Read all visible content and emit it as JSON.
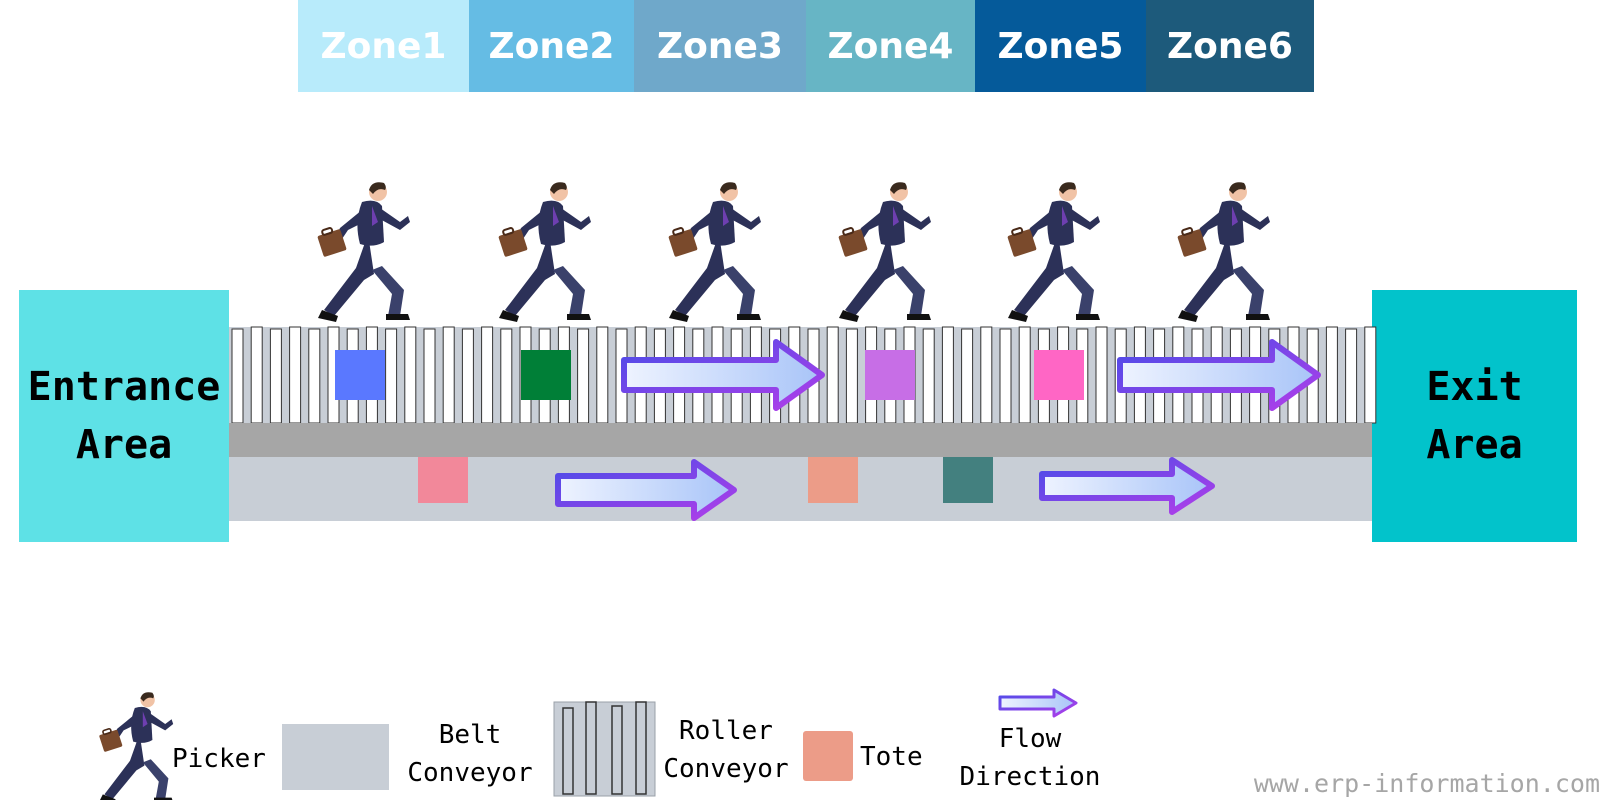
{
  "zones": [
    {
      "label": "Zone1",
      "color": "#b8ebfb"
    },
    {
      "label": "Zone2",
      "color": "#65bce4"
    },
    {
      "label": "Zone3",
      "color": "#6fa8ca"
    },
    {
      "label": "Zone4",
      "color": "#67b5c5"
    },
    {
      "label": "Zone5",
      "color": "#055a9a"
    },
    {
      "label": "Zone6",
      "color": "#1d5a7b"
    }
  ],
  "entrance": {
    "label": "Entrance\n Area",
    "color": "#5ee1e6"
  },
  "exit": {
    "label": "Exit\nArea",
    "color": "#02c3cb"
  },
  "pickers": {
    "count": 6,
    "icon": "running-businessman-icon"
  },
  "totes": {
    "roller": [
      "#5a78ff",
      "#007f37",
      "#c76ee6",
      "#ff66c5"
    ],
    "belt": [
      "#f2889a",
      "#ec9c88",
      "#43807f"
    ]
  },
  "colors": {
    "belt": "#c8ced6",
    "divider": "#a6a6a6",
    "arrow_outline_start": "#4b4ce8",
    "arrow_outline_end": "#b03ee9",
    "arrow_fill": "#a8c4f8"
  },
  "legend": {
    "picker": "Picker",
    "belt": "Belt\nConveyor",
    "roller": "Roller\nConveyor",
    "tote": "Tote",
    "tote_color": "#ec9c88",
    "flow": "Flow\nDirection"
  },
  "watermark": "www.erp-information.com"
}
